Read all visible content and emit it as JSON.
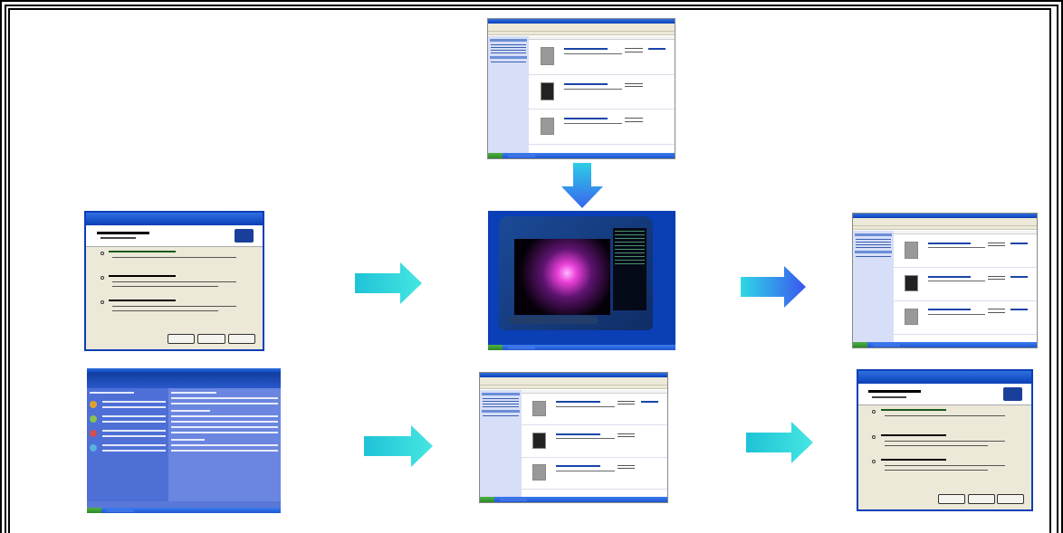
{
  "diagram": {
    "description_free": true,
    "arrow_colors": {
      "cyan_gradient_start": "#1fc9d8",
      "cyan_gradient_end": "#3fe0e0",
      "blue_gradient_start": "#2ad6e6",
      "blue_gradient_end": "#3a5cf0"
    },
    "screenshots": [
      {
        "kind": "browser-results-window"
      },
      {
        "kind": "connection-wizard"
      },
      {
        "kind": "media-player"
      },
      {
        "kind": "browser-results-window"
      },
      {
        "kind": "help-center-window"
      },
      {
        "kind": "browser-results-window"
      },
      {
        "kind": "connection-wizard"
      }
    ],
    "arrows": [
      {
        "direction": "down",
        "style": "blue"
      },
      {
        "direction": "right",
        "style": "cyan"
      },
      {
        "direction": "right",
        "style": "blue"
      },
      {
        "direction": "right",
        "style": "cyan"
      },
      {
        "direction": "right",
        "style": "cyan"
      }
    ]
  }
}
